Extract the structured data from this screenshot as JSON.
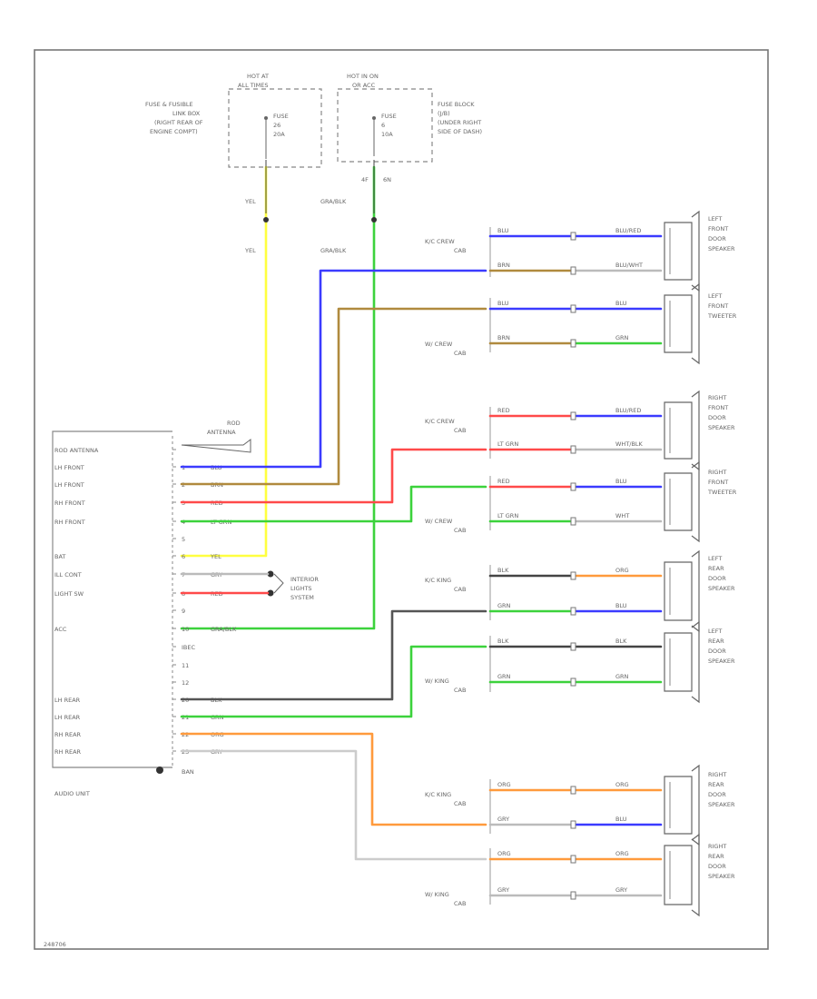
{
  "fuse_left": {
    "hot": "HOT AT",
    "hot2": "ALL TIMES",
    "name": [
      "FUSE &amp; FUSIBLE",
      "LINK BOX",
      "(RIGHT REAR OF",
      "ENGINE COMPT)"
    ],
    "fuse": [
      "FUSE",
      "26",
      "20A"
    ]
  },
  "fuse_right": {
    "hot": "HOT IN ON",
    "hot2": "OR ACC",
    "name": [
      "FUSE BLOCK",
      "(J/B)",
      "(UNDER RIGHT",
      "SIDE OF DASH)"
    ],
    "fuse": [
      "FUSE",
      "6",
      "10A"
    ],
    "pins": [
      "4F",
      "6N"
    ]
  },
  "wire_yel": "YEL",
  "wire_grablk": "GRA/BLK",
  "audio_unit": {
    "title": "AUDIO UNIT",
    "rod_antenna_label": [
      "ROD",
      "ANTENNA"
    ],
    "pins": [
      {
        "name": "ROD ANTENNA",
        "pin": "",
        "wire": ""
      },
      {
        "name": "LH FRONT",
        "pin": "1",
        "wire": "BLU"
      },
      {
        "name": "LH FRONT",
        "pin": "2",
        "wire": "BRN"
      },
      {
        "name": "RH FRONT",
        "pin": "3",
        "wire": "RED"
      },
      {
        "name": "RH FRONT",
        "pin": "4",
        "wire": "LT GRN"
      },
      {
        "name": "",
        "pin": "5",
        "wire": ""
      },
      {
        "name": "BAT",
        "pin": "6",
        "wire": "YEL"
      },
      {
        "name": "ILL CONT",
        "pin": "7",
        "wire": "GRY"
      },
      {
        "name": "LIGHT SW",
        "pin": "8",
        "wire": "RED"
      },
      {
        "name": "",
        "pin": "9",
        "wire": ""
      },
      {
        "name": "ACC",
        "pin": "10",
        "wire": "GRA/BLK"
      },
      {
        "name": "",
        "pin": "IBEC",
        "wire": ""
      },
      {
        "name": "",
        "pin": "11",
        "wire": ""
      },
      {
        "name": "",
        "pin": "12",
        "wire": ""
      },
      {
        "name": "LH REAR",
        "pin": "20",
        "wire": "BLK"
      },
      {
        "name": "LH REAR",
        "pin": "21",
        "wire": "GRN"
      },
      {
        "name": "RH REAR",
        "pin": "22",
        "wire": "ORG"
      },
      {
        "name": "RH REAR",
        "pin": "23",
        "wire": "GRY"
      }
    ],
    "ground": "BAN",
    "interior_lights": [
      "INTERIOR",
      "LIGHTS",
      "SYSTEM"
    ]
  },
  "speakers": {
    "lf_door": [
      "LEFT",
      "FRONT",
      "DOOR",
      "SPEAKER"
    ],
    "lf_tweet": [
      "LEFT",
      "FRONT",
      "TWEETER"
    ],
    "rf_door": [
      "RIGHT",
      "FRONT",
      "DOOR",
      "SPEAKER"
    ],
    "rf_tweet": [
      "RIGHT",
      "FRONT",
      "TWEETER"
    ],
    "lr_door": [
      "LEFT",
      "REAR",
      "DOOR",
      "SPEAKER"
    ],
    "lr_door2": [
      "LEFT",
      "REAR",
      "DOOR",
      "SPEAKER"
    ],
    "rr_door": [
      "RIGHT",
      "REAR",
      "DOOR",
      "SPEAKER"
    ],
    "rr_door2": [
      "RIGHT",
      "REAR",
      "DOOR",
      "SPEAKER"
    ]
  },
  "cab_labels": {
    "kc_front": [
      "K/C CREW",
      "CAB"
    ],
    "w_front": [
      "W/ CREW",
      "CAB"
    ],
    "kc_rear": [
      "K/C KING",
      "CAB"
    ],
    "w_rear": [
      "W/ KING",
      "CAB"
    ]
  },
  "harness_wires": {
    "lf1": [
      "BLU",
      "BLU/RED"
    ],
    "lf2": [
      "BRN",
      "BLU/WHT"
    ],
    "lt1": [
      "BLU",
      "BLU"
    ],
    "lt2": [
      "BRN",
      "GRN"
    ],
    "rf1": [
      "RED",
      "BLU/RED"
    ],
    "rf2": [
      "LT GRN",
      "WHT/BLK"
    ],
    "rt1": [
      "RED",
      "BLU"
    ],
    "rt2": [
      "LT GRN",
      "WHT"
    ],
    "lr1": [
      "BLK",
      "ORG"
    ],
    "lr2": [
      "GRN",
      "BLU"
    ],
    "lr3": [
      "BLK",
      "BLK"
    ],
    "lr4": [
      "GRN",
      "GRN"
    ],
    "rr1": [
      "ORG",
      "ORG"
    ],
    "rr2": [
      "GRY",
      "BLU"
    ],
    "rr3": [
      "ORG",
      "ORG"
    ],
    "rr4": [
      "GRY",
      "GRY"
    ],
    "main_lf": [
      "BLU",
      "BRN"
    ],
    "main_rf": [
      "RED",
      "LT GRN"
    ],
    "main_lr": [
      "BLK",
      "GRN"
    ],
    "main_rr": [
      "ORG",
      "GRY"
    ]
  },
  "colors": {
    "blue": "#3b3bff",
    "brown": "#b08a3e",
    "red": "#ff4a4a",
    "green": "#3cd23c",
    "yellow": "#ffff40",
    "black": "#444444",
    "orange": "#ff9a3c",
    "gray": "#bbbbbb"
  },
  "footer": "248706"
}
